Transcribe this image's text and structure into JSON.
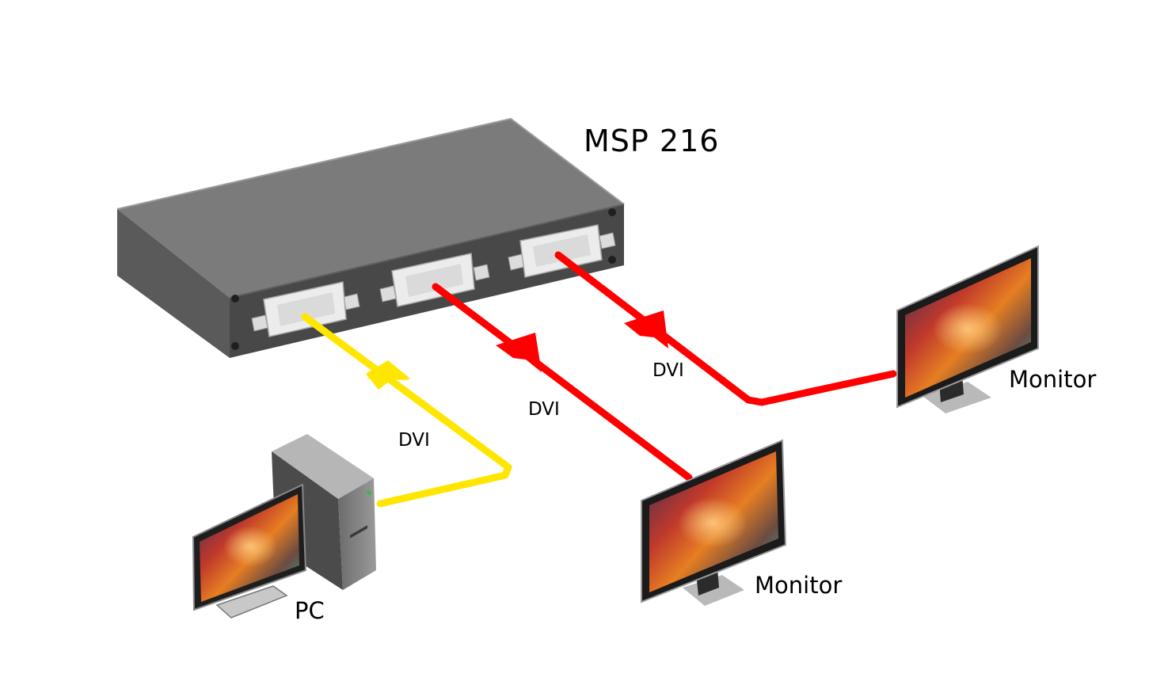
{
  "device": {
    "title": "MSP 216"
  },
  "labels": {
    "pc": "PC",
    "monitor_mid": "Monitor",
    "monitor_right": "Monitor",
    "cable_pc": "DVI",
    "cable_mid": "DVI",
    "cable_right": "DVI"
  },
  "colors": {
    "input_cable": "#ffe600",
    "output_cable": "#ff0000",
    "device_body": "#4a4a4a",
    "device_top": "#7b7b7b",
    "connector": "#e9e9e9"
  },
  "icons": [
    "switch-box",
    "dvi-port",
    "dvi-plug",
    "pc-tower",
    "pc-monitor",
    "monitor",
    "keyboard",
    "arrow"
  ]
}
